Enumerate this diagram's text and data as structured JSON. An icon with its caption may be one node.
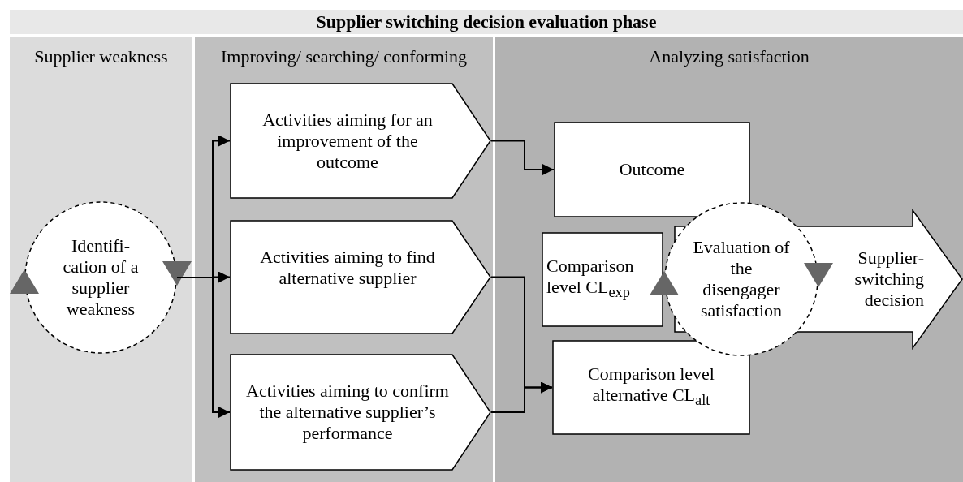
{
  "diagram": {
    "title": "Supplier switching decision evaluation phase",
    "nodes": [
      {
        "text": [
          "Supplier weakness"
        ]
      },
      {
        "text": [
          "Improving/ searching/ conforming"
        ]
      },
      {
        "text": [
          "Analyzing satisfaction"
        ]
      },
      {
        "text": [
          "Identifi-cation of a supplier weakness"
        ],
        "in": 0
      },
      {
        "text": [
          "Activities aiming for an improvement of the outcome"
        ],
        "in": 1
      },
      {
        "text": [
          "Activities aiming to find alternative supplier"
        ],
        "in": 1
      },
      {
        "text": [
          "Activities aiming to confirm the  alternative supplier’s performance"
        ],
        "in": 1
      },
      {
        "text": [
          "Outcome"
        ],
        "in": 2
      },
      {
        "text": [
          "Comparison level CL$_{exp}$"
        ],
        "in": 2
      },
      {
        "text": [
          "Evaluation of the disengager satisfaction"
        ],
        "in": 2
      },
      {
        "text": [
          "Supplier-switching decision"
        ],
        "in": 2
      },
      {
        "text": [
          "Comparison level alternative CL$_{alt}$"
        ],
        "in": 2
      }
    ],
    "edges": [
      {
        "from": 3,
        "to": 4,
        "arrow": "to"
      },
      {
        "from": 3,
        "to": 5,
        "arrow": "to"
      },
      {
        "from": 3,
        "to": 6,
        "arrow": "to"
      },
      {
        "from": 4,
        "to": 7,
        "arrow": "to"
      },
      {
        "from": 5,
        "to": 11,
        "arrow": "to"
      },
      {
        "from": 6,
        "to": 11,
        "arrow": "to"
      }
    ]
  }
}
